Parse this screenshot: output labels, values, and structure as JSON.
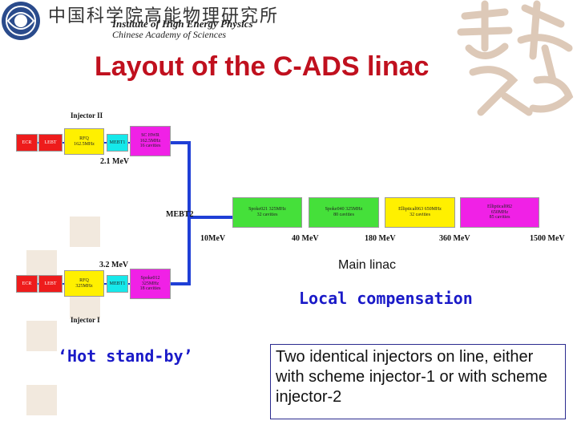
{
  "header": {
    "institute_cn": "中国科学院高能物理研究所",
    "institute_en_line1": "Institute of High Energy Physics",
    "institute_en_line2": "Chinese Academy of Sciences",
    "title": "Layout of the C-ADS linac"
  },
  "diagram": {
    "injector2": {
      "label": "Injector II",
      "ecr": "ECR",
      "lebt": "LEBT",
      "rfq_line1": "RFQ",
      "rfq_line2": "162.5MHz",
      "mebt": "MEBT1",
      "sc_line1": "SC HWR",
      "sc_line2": "162.5MHz",
      "sc_line3": "16 cavities",
      "energy": "2.1 MeV"
    },
    "injector1": {
      "label": "Injector I",
      "ecr": "ECR",
      "lebt": "LEBT",
      "rfq_line1": "RFQ",
      "rfq_line2": "325MHz",
      "mebt": "MEBT1",
      "sc_line1": "Spoke012",
      "sc_line2": "325MHz",
      "sc_line3": "18 cavities",
      "energy": "3.2 MeV"
    },
    "mebt2": "MEBT2",
    "main_sections": [
      {
        "line1": "Spoke021 325MHz",
        "line2": "32 cavities"
      },
      {
        "line1": "Spoke040 325MHz",
        "line2": "80 cavities"
      },
      {
        "line1": "Elliptical063 650MHz",
        "line2": "32 cavities"
      },
      {
        "line1": "Elliptical082",
        "line2": "650MHz",
        "line3": "85 cavities"
      }
    ],
    "energies": [
      "10MeV",
      "40 MeV",
      "180 MeV",
      "360 MeV",
      "1500 MeV"
    ],
    "colors": {
      "ecr": "#ee1c1c",
      "rfq": "#fff000",
      "mebt": "#16e8ea",
      "sc": "#f021e6",
      "spoke": "#45e03a",
      "beamline": "#1f3fd6"
    }
  },
  "annotations": {
    "main_linac": "Main linac",
    "local_compensation": "Local compensation",
    "hot_standby": "‘Hot stand-by’",
    "note": "Two identical injectors on line, either with scheme injector-1 or with scheme injector-2"
  }
}
